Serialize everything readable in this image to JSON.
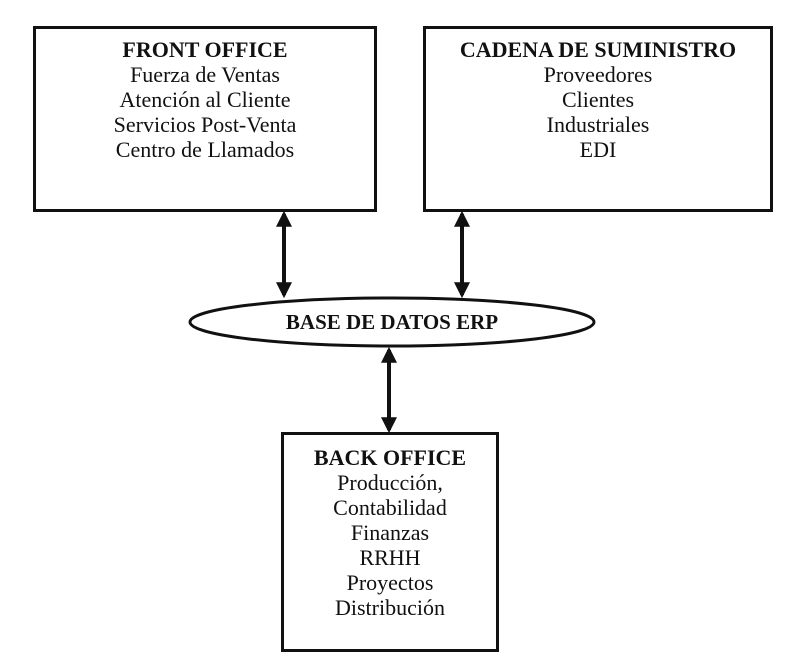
{
  "front_office": {
    "title": "FRONT OFFICE",
    "items": [
      "Fuerza de Ventas",
      "Atención al Cliente",
      "Servicios Post-Venta",
      "Centro de Llamados"
    ]
  },
  "supply_chain": {
    "title": "CADENA DE SUMINISTRO",
    "items": [
      "Proveedores",
      "Clientes",
      "Industriales",
      "EDI"
    ]
  },
  "database": {
    "label": "BASE DE DATOS ERP"
  },
  "back_office": {
    "title": "BACK OFFICE",
    "items": [
      "Producción,",
      "Contabilidad",
      "Finanzas",
      "RRHH",
      "Proyectos",
      "Distribución"
    ]
  },
  "colors": {
    "stroke": "#111111",
    "background": "#ffffff"
  }
}
